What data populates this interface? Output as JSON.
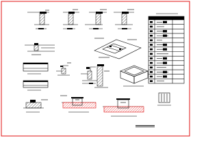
{
  "colors": {
    "frame": "#e01010",
    "ink": "#000000",
    "paper": "#ffffff",
    "hatch_accent": "#e01010"
  },
  "drawing": {
    "description_visible_text": ""
  },
  "icons": {
    "frame": "red-border-frame",
    "table": "legend-table",
    "title_block": "title-bar"
  }
}
